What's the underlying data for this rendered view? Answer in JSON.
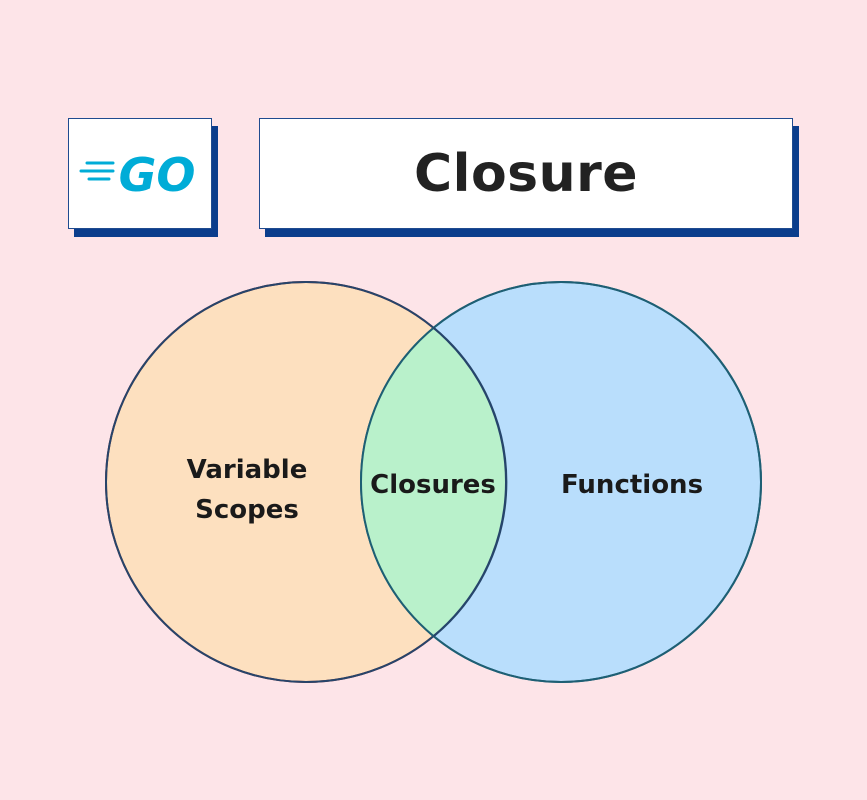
{
  "logo": {
    "text": "GO",
    "color": "#00acd7",
    "icon": "go-logo"
  },
  "title": "Closure",
  "venn": {
    "left": {
      "label_line1": "Variable",
      "label_line2": "Scopes",
      "fill": "#fde0bf",
      "stroke": "#8b1a1a"
    },
    "right": {
      "label": "Functions",
      "fill": "#b9defc",
      "stroke": "#1e5f74"
    },
    "intersection": {
      "label": "Closures",
      "fill": "#b9f1cb"
    }
  }
}
